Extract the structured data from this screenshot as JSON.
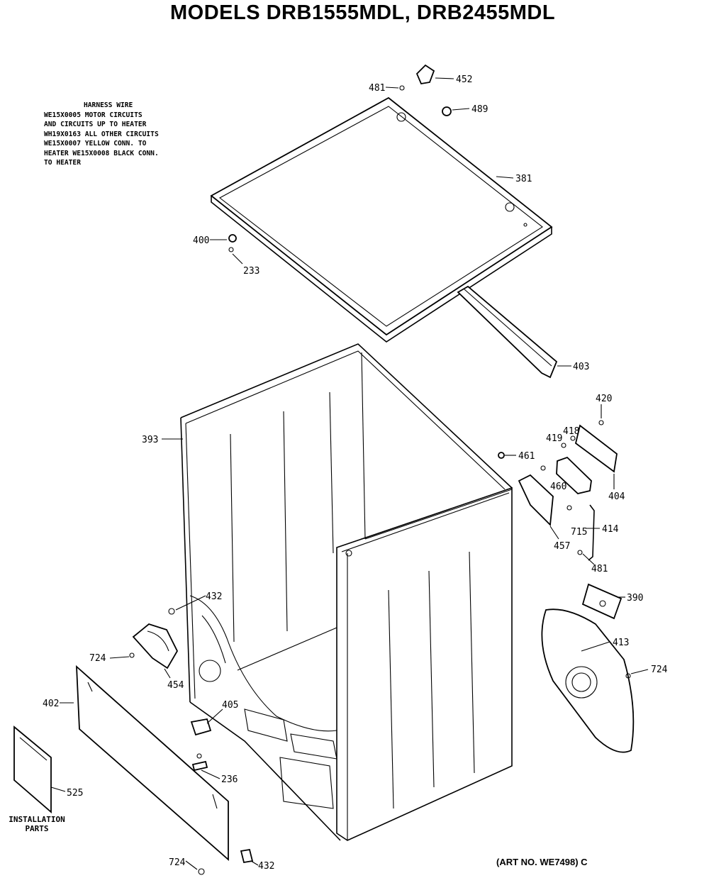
{
  "title": "MODELS DRB1555MDL, DRB2455MDL",
  "harness_note": {
    "heading": "HARNESS WIRE",
    "lines": [
      "WE15X0005 MOTOR CIRCUITS",
      "AND CIRCUITS UP TO HEATER",
      "WH19X0163 ALL OTHER CIRCUITS",
      "WE15X0007 YELLOW CONN. TO",
      "HEATER WE15X0008 BLACK CONN.",
      "TO HEATER"
    ]
  },
  "art_number": "(ART NO. WE7498) C",
  "installation_parts_label": [
    "INSTALLATION",
    "PARTS"
  ],
  "part_labels": {
    "p481_top": "481",
    "p452": "452",
    "p489": "489",
    "p381": "381",
    "p400": "400",
    "p233": "233",
    "p403": "403",
    "p420": "420",
    "p393": "393",
    "p419": "419",
    "p418": "418",
    "p461": "461",
    "p460": "460",
    "p404": "404",
    "p715": "715",
    "p414": "414",
    "p457": "457",
    "p481_mid": "481",
    "p390": "390",
    "p432_left": "432",
    "p413": "413",
    "p724_left": "724",
    "p454": "454",
    "p724_right": "724",
    "p402": "402",
    "p405": "405",
    "p236": "236",
    "p525": "525",
    "p724_bottom": "724",
    "p432_bottom": "432"
  }
}
